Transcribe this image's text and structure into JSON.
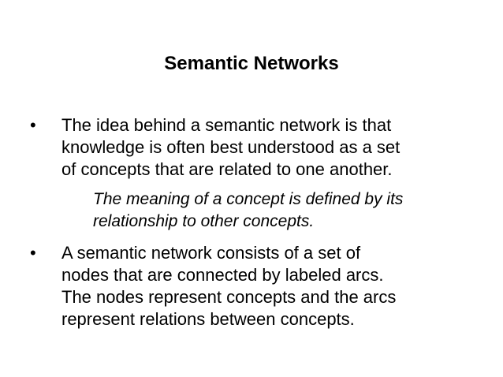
{
  "slide": {
    "title": "Semantic Networks",
    "bullet_mark": "•",
    "bullets": [
      {
        "text": "The idea behind a semantic network is that\nknowledge is often best understood as a set\nof concepts that are related to one another."
      },
      {
        "text": " A semantic network consists of a set of\nnodes that are connected by labeled arcs.\nThe nodes represent concepts and the arcs\nrepresent relations between concepts."
      }
    ],
    "subnote": "The meaning of a concept is defined by its\nrelationship to other concepts."
  }
}
